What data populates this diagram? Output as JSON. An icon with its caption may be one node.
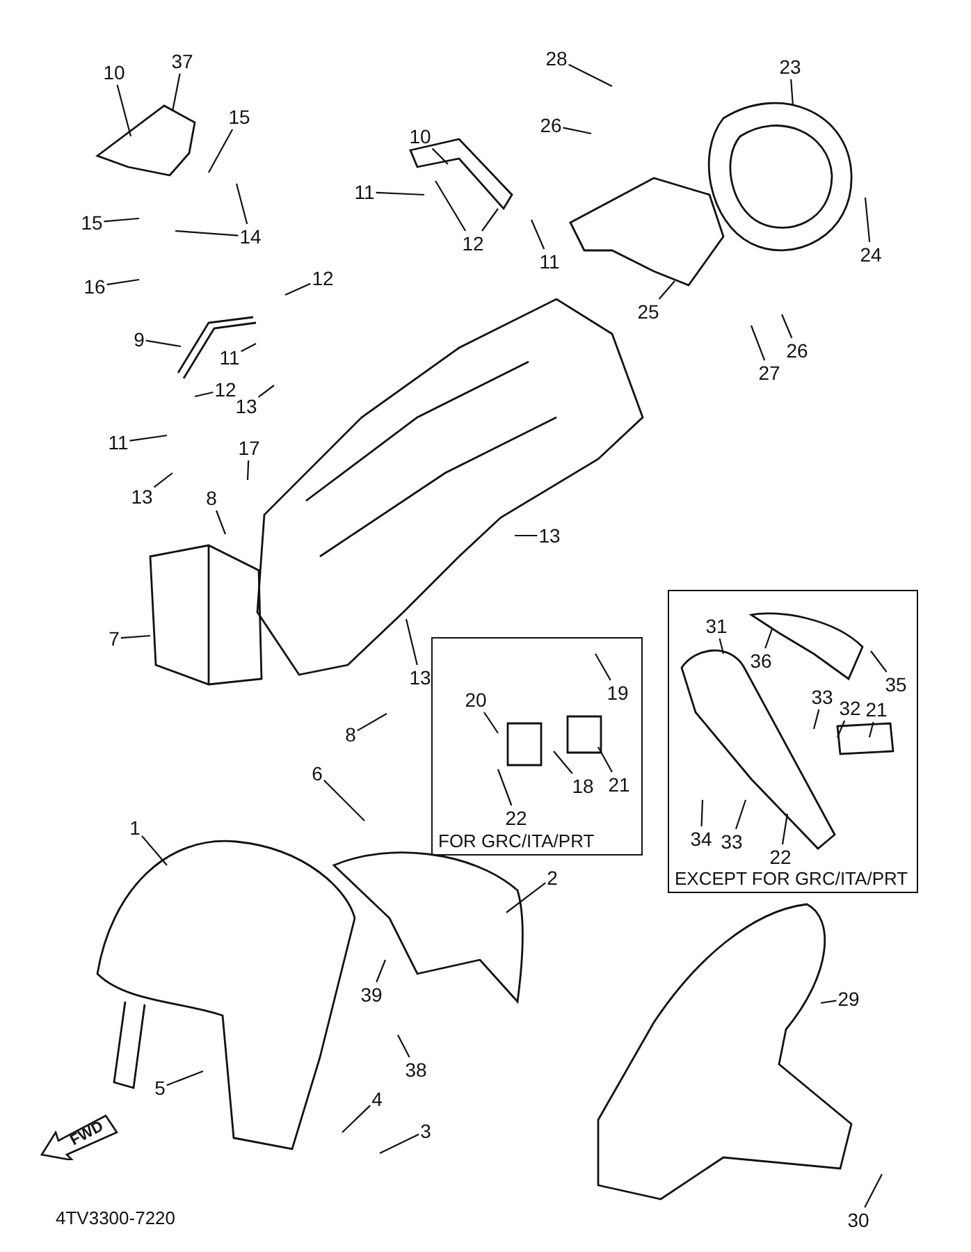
{
  "diagram": {
    "nodes": [
      {
        "text": [
          "10"
        ]
      },
      {
        "text": [
          "37"
        ]
      },
      {
        "text": [
          "15"
        ]
      },
      {
        "text": [
          "15"
        ]
      },
      {
        "text": [
          "14"
        ]
      },
      {
        "text": [
          "16"
        ]
      },
      {
        "text": [
          "10"
        ]
      },
      {
        "text": [
          "11"
        ]
      },
      {
        "text": [
          "12"
        ]
      },
      {
        "text": [
          "11"
        ]
      },
      {
        "text": [
          "12"
        ]
      },
      {
        "text": [
          "9"
        ]
      },
      {
        "text": [
          "11"
        ]
      },
      {
        "text": [
          "12"
        ]
      },
      {
        "text": [
          "13"
        ]
      },
      {
        "text": [
          "11"
        ]
      },
      {
        "text": [
          "13"
        ]
      },
      {
        "text": [
          "17"
        ]
      },
      {
        "text": [
          "8"
        ]
      },
      {
        "text": [
          "13"
        ]
      },
      {
        "text": [
          "7"
        ]
      },
      {
        "text": [
          "13"
        ]
      },
      {
        "text": [
          "8"
        ]
      },
      {
        "text": [
          "28"
        ]
      },
      {
        "text": [
          "26"
        ]
      },
      {
        "text": [
          "23"
        ]
      },
      {
        "text": [
          "24"
        ]
      },
      {
        "text": [
          "25"
        ]
      },
      {
        "text": [
          "26"
        ]
      },
      {
        "text": [
          "27"
        ]
      },
      {
        "text": [
          "FOR GRC/ITA/PRT"
        ]
      },
      {
        "text": [
          "20"
        ],
        "in": 30
      },
      {
        "text": [
          "19"
        ],
        "in": 30
      },
      {
        "text": [
          "18"
        ],
        "in": 30
      },
      {
        "text": [
          "21"
        ],
        "in": 30
      },
      {
        "text": [
          "22"
        ],
        "in": 30
      },
      {
        "text": [
          "EXCEPT FOR GRC/ITA/PRT"
        ]
      },
      {
        "text": [
          "31"
        ],
        "in": 36
      },
      {
        "text": [
          "36"
        ],
        "in": 36
      },
      {
        "text": [
          "35"
        ],
        "in": 36
      },
      {
        "text": [
          "33"
        ],
        "in": 36
      },
      {
        "text": [
          "32"
        ],
        "in": 36
      },
      {
        "text": [
          "21"
        ],
        "in": 36
      },
      {
        "text": [
          "34"
        ],
        "in": 36
      },
      {
        "text": [
          "33"
        ],
        "in": 36
      },
      {
        "text": [
          "22"
        ],
        "in": 36
      },
      {
        "text": [
          "6"
        ]
      },
      {
        "text": [
          "1"
        ]
      },
      {
        "text": [
          "2"
        ]
      },
      {
        "text": [
          "39"
        ]
      },
      {
        "text": [
          "38"
        ]
      },
      {
        "text": [
          "5"
        ]
      },
      {
        "text": [
          "4"
        ]
      },
      {
        "text": [
          "3"
        ]
      },
      {
        "text": [
          "29"
        ]
      },
      {
        "text": [
          "30"
        ]
      }
    ],
    "edges": [
      {
        "from": 0,
        "to": null,
        "arrow": "none"
      },
      {
        "from": 1,
        "to": null,
        "arrow": "none"
      },
      {
        "from": 2,
        "to": null,
        "arrow": "none"
      },
      {
        "from": 3,
        "to": null,
        "arrow": "none"
      },
      {
        "from": 4,
        "to": null,
        "arrow": "none"
      },
      {
        "from": 4,
        "to": null,
        "arrow": "none"
      },
      {
        "from": 5,
        "to": null,
        "arrow": "none"
      },
      {
        "from": 6,
        "to": null,
        "arrow": "none"
      },
      {
        "from": 7,
        "to": null,
        "arrow": "none"
      },
      {
        "from": 8,
        "to": null,
        "arrow": "none"
      },
      {
        "from": 8,
        "to": null,
        "arrow": "none"
      },
      {
        "from": 9,
        "to": null,
        "arrow": "none"
      },
      {
        "from": 10,
        "to": null,
        "arrow": "none"
      },
      {
        "from": 11,
        "to": null,
        "arrow": "none"
      },
      {
        "from": 12,
        "to": null,
        "arrow": "none"
      },
      {
        "from": 13,
        "to": null,
        "arrow": "none"
      },
      {
        "from": 14,
        "to": null,
        "arrow": "none"
      },
      {
        "from": 15,
        "to": null,
        "arrow": "none"
      },
      {
        "from": 16,
        "to": null,
        "arrow": "none"
      },
      {
        "from": 17,
        "to": null,
        "arrow": "none"
      },
      {
        "from": 18,
        "to": null,
        "arrow": "none"
      },
      {
        "from": 19,
        "to": null,
        "arrow": "none"
      },
      {
        "from": 20,
        "to": null,
        "arrow": "none"
      },
      {
        "from": 21,
        "to": null,
        "arrow": "none"
      },
      {
        "from": 22,
        "to": null,
        "arrow": "none"
      },
      {
        "from": 23,
        "to": null,
        "arrow": "none"
      },
      {
        "from": 24,
        "to": null,
        "arrow": "none"
      },
      {
        "from": 25,
        "to": null,
        "arrow": "none"
      },
      {
        "from": 26,
        "to": null,
        "arrow": "none"
      },
      {
        "from": 27,
        "to": null,
        "arrow": "none"
      },
      {
        "from": 28,
        "to": null,
        "arrow": "none"
      },
      {
        "from": 29,
        "to": null,
        "arrow": "none"
      },
      {
        "from": 31,
        "to": null,
        "arrow": "none"
      },
      {
        "from": 32,
        "to": null,
        "arrow": "none"
      },
      {
        "from": 33,
        "to": null,
        "arrow": "none"
      },
      {
        "from": 34,
        "to": null,
        "arrow": "none"
      },
      {
        "from": 35,
        "to": null,
        "arrow": "none"
      },
      {
        "from": 37,
        "to": null,
        "arrow": "none"
      },
      {
        "from": 38,
        "to": null,
        "arrow": "none"
      },
      {
        "from": 39,
        "to": null,
        "arrow": "none"
      },
      {
        "from": 40,
        "to": null,
        "arrow": "none"
      },
      {
        "from": 41,
        "to": null,
        "arrow": "none"
      },
      {
        "from": 42,
        "to": null,
        "arrow": "none"
      },
      {
        "from": 43,
        "to": null,
        "arrow": "none"
      },
      {
        "from": 44,
        "to": null,
        "arrow": "none"
      },
      {
        "from": 45,
        "to": null,
        "arrow": "none"
      },
      {
        "from": 46,
        "to": null,
        "arrow": "none"
      },
      {
        "from": 47,
        "to": null,
        "arrow": "none"
      },
      {
        "from": 48,
        "to": null,
        "arrow": "none"
      },
      {
        "from": 49,
        "to": null,
        "arrow": "none"
      },
      {
        "from": 50,
        "to": null,
        "arrow": "none"
      },
      {
        "from": 51,
        "to": null,
        "arrow": "none"
      },
      {
        "from": 52,
        "to": null,
        "arrow": "none"
      },
      {
        "from": 53,
        "to": null,
        "arrow": "none"
      },
      {
        "from": 54,
        "to": null,
        "arrow": "none"
      },
      {
        "from": 55,
        "to": null,
        "arrow": "none"
      }
    ],
    "labels": [
      "FWD",
      "4TV3300-7220"
    ]
  }
}
